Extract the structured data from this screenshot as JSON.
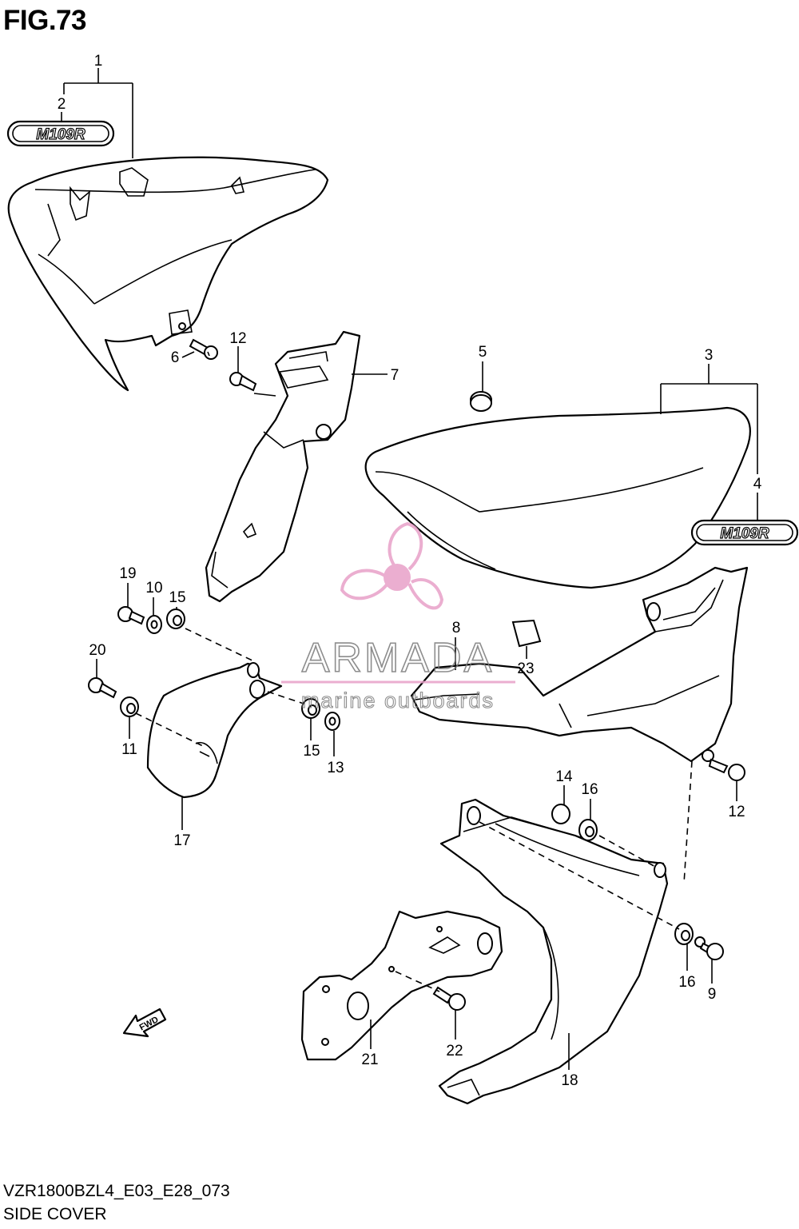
{
  "figure": {
    "title": "FIG.73",
    "model_code": "VZR1800BZL4_E03_E28_073",
    "section_name": "SIDE COVER"
  },
  "emblem_text": "M109R",
  "direction_marker": "FWD",
  "watermark": {
    "brand": "ARMADA",
    "tagline": "marine outboards",
    "color": "#e8a0c8"
  },
  "callouts": [
    "1",
    "2",
    "3",
    "4",
    "5",
    "6",
    "7",
    "8",
    "9",
    "10",
    "11",
    "12",
    "12",
    "13",
    "14",
    "15",
    "15",
    "16",
    "16",
    "17",
    "18",
    "19",
    "20",
    "21",
    "22",
    "23"
  ]
}
